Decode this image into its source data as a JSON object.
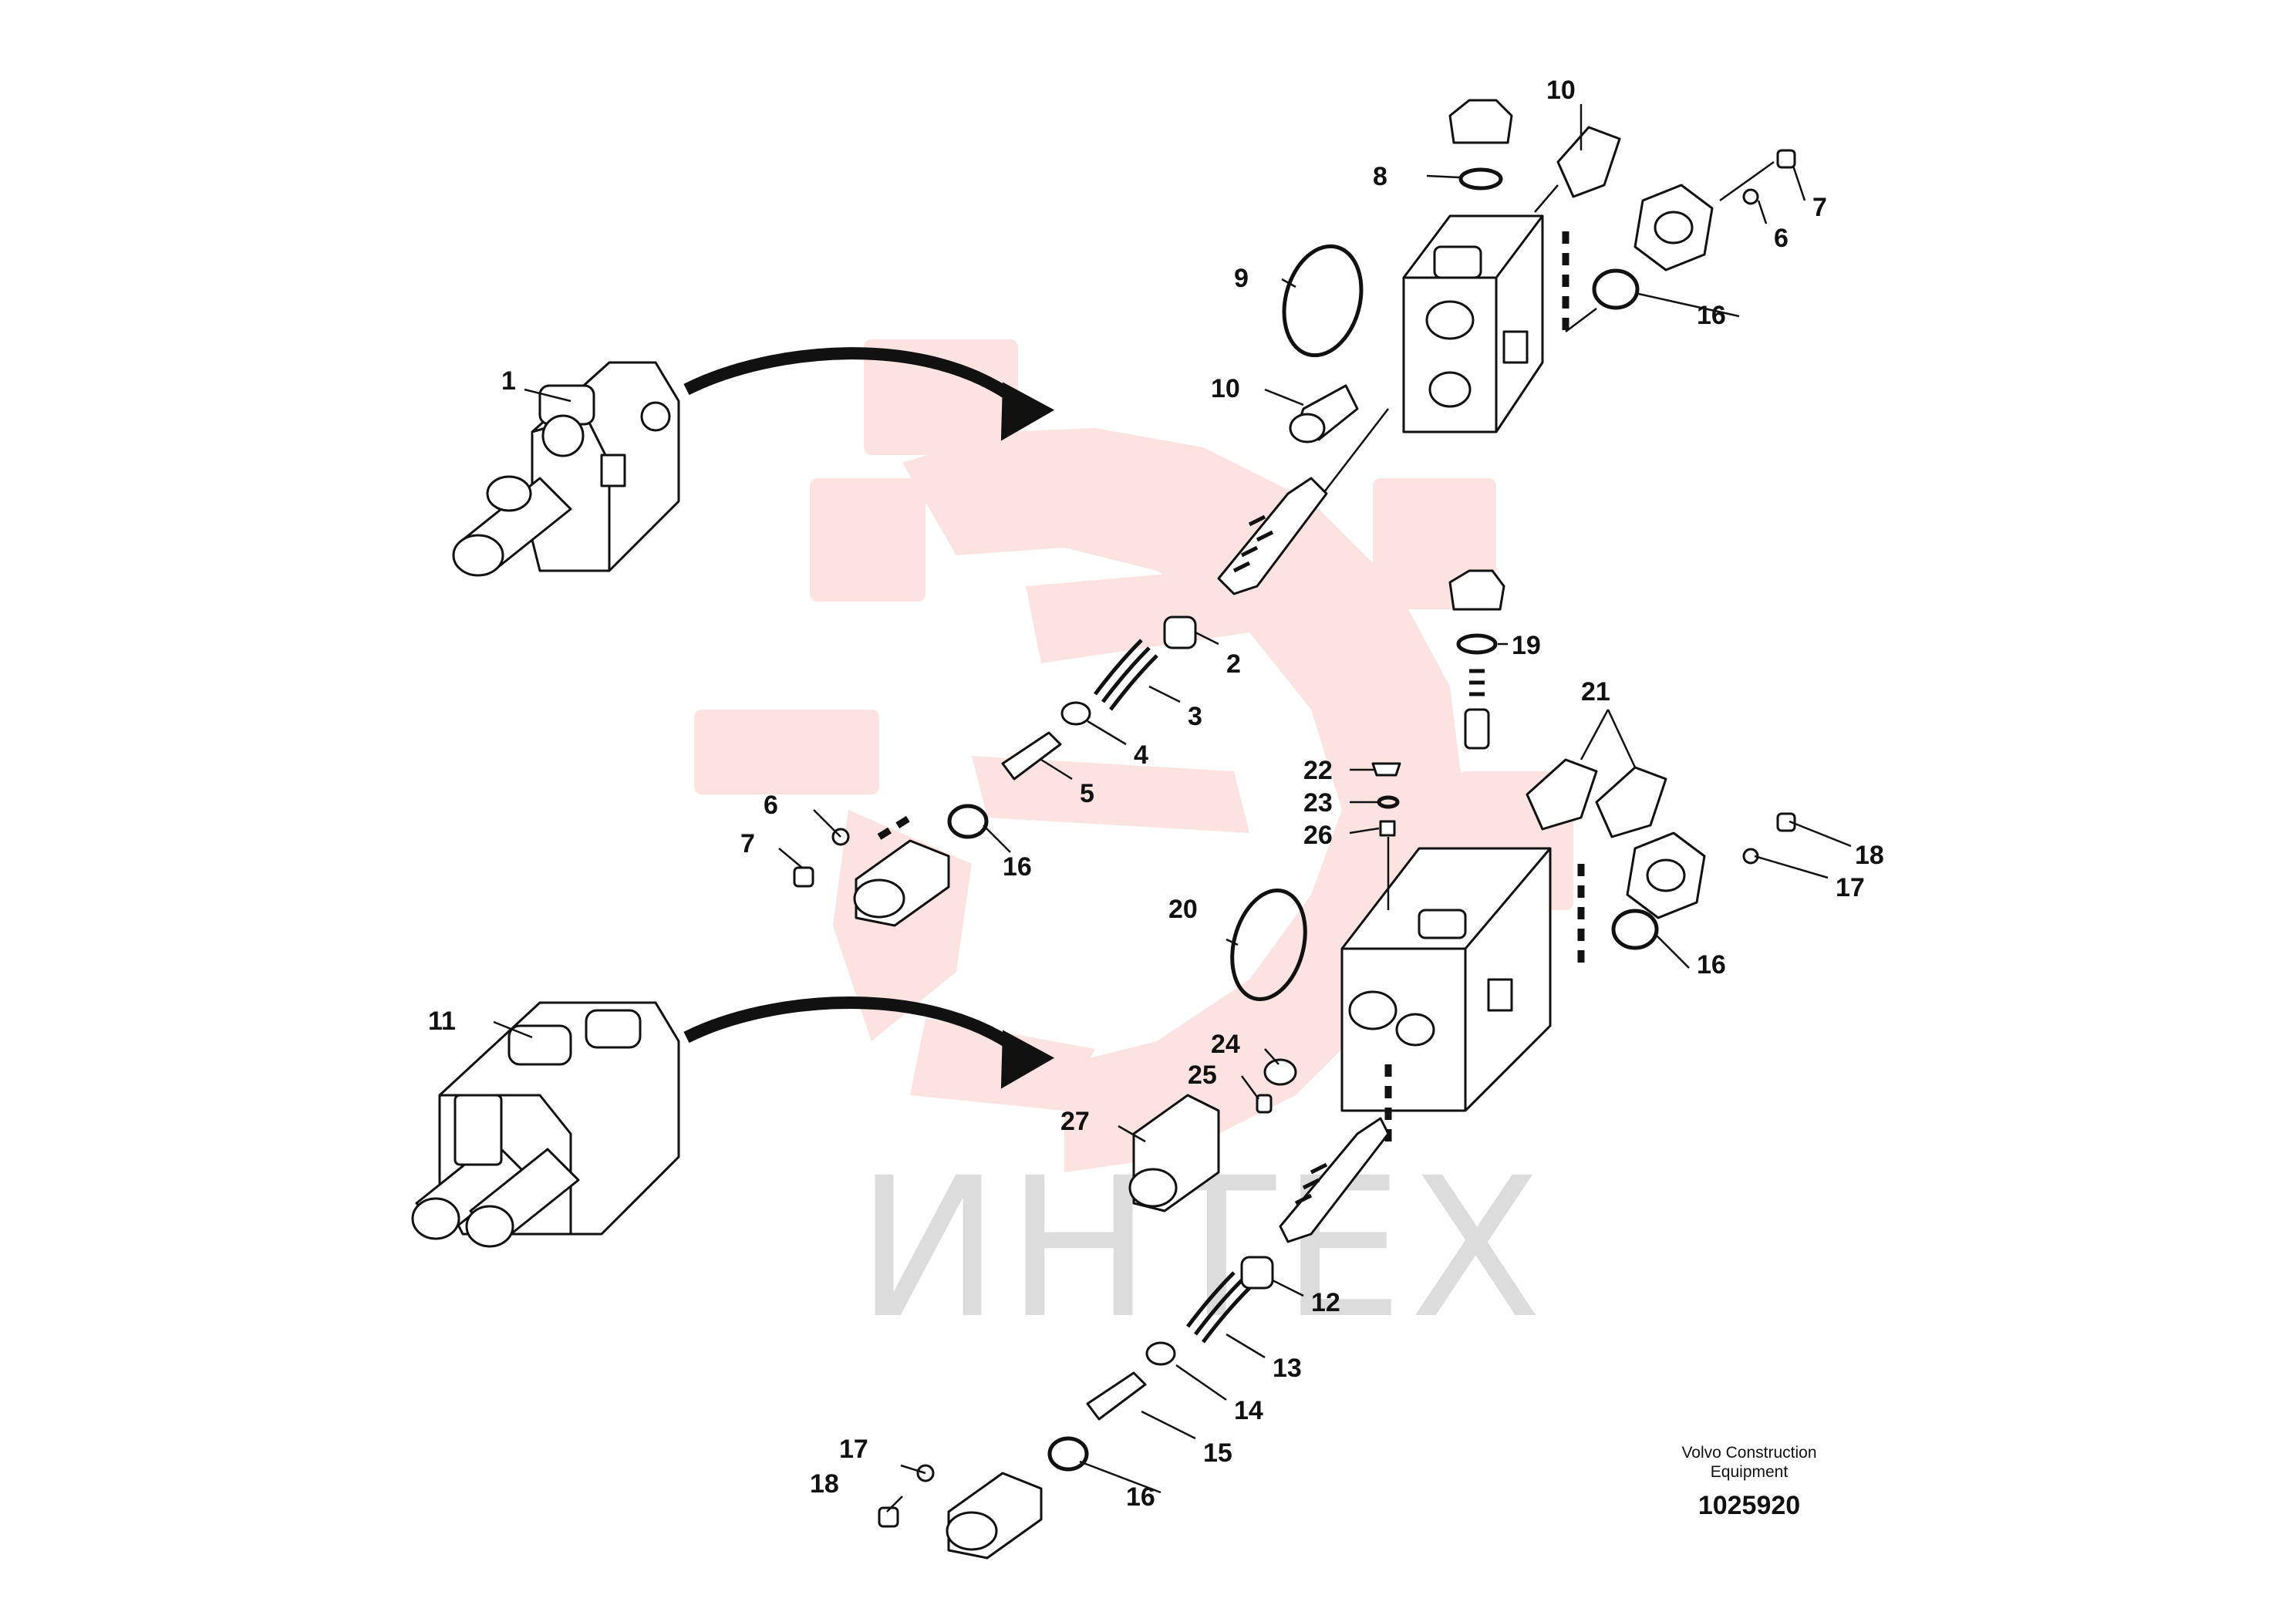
{
  "watermark": {
    "text": "ИНТЕХ",
    "gear_color": "#fde2e2",
    "text_color": "#dcdcdc"
  },
  "callouts": {
    "c1": "1",
    "c2": "2",
    "c3": "3",
    "c4": "4",
    "c5": "5",
    "c6a": "6",
    "c6b": "6",
    "c7a": "7",
    "c7b": "7",
    "c8": "8",
    "c9": "9",
    "c10a": "10",
    "c10b": "10",
    "c11": "11",
    "c12": "12",
    "c13": "13",
    "c14": "14",
    "c15": "15",
    "c16a": "16",
    "c16b": "16",
    "c16c": "16",
    "c16d": "16",
    "c17a": "17",
    "c17b": "17",
    "c18a": "18",
    "c18b": "18",
    "c19": "19",
    "c20": "20",
    "c21": "21",
    "c22": "22",
    "c23": "23",
    "c24": "24",
    "c25": "25",
    "c26": "26",
    "c27": "27"
  },
  "footer": {
    "credit_line1": "Volvo Construction",
    "credit_line2": "Equipment",
    "drawing_number": "1025920"
  },
  "colors": {
    "ink": "#111111",
    "paper": "#ffffff"
  }
}
